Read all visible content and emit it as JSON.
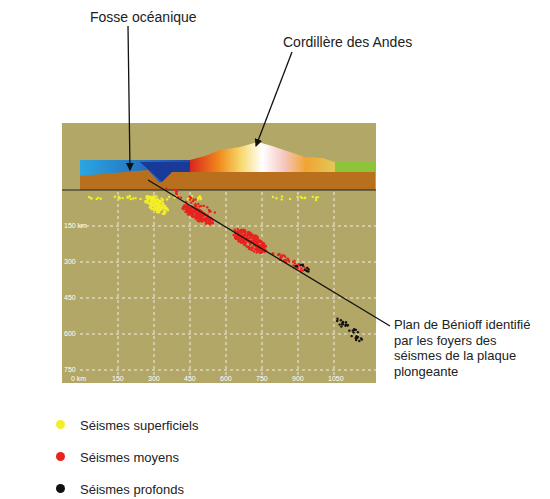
{
  "diagram": {
    "labels": [
      "Fosse océanique",
      "Cordillère des Andes",
      "Plan de Bénioff identifié par les foyers des séismes de la plaque plongeante",
      "150 km",
      "300",
      "450",
      "600",
      "750",
      "0 km",
      "150",
      "300",
      "450",
      "600",
      "750",
      "900",
      "1050"
    ],
    "legend": [
      {
        "text": "Séismes superficiels",
        "color": "#f2ee2a"
      },
      {
        "text": "Séismes moyens",
        "color": "#e8231e"
      },
      {
        "text": "Séismes profonds",
        "color": "#111111"
      }
    ]
  }
}
